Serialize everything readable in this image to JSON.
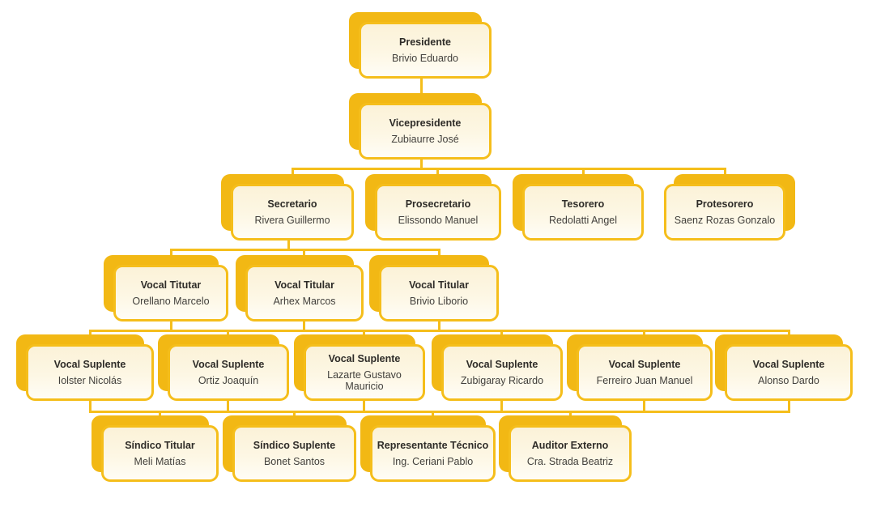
{
  "chart": {
    "type": "org-chart",
    "title": "",
    "colors": {
      "accent_gold": "#F5BE1B",
      "box_fill": "#FDF7E4",
      "title_text": "#2E2C28",
      "name_text": "#42403C"
    },
    "nodes": [
      {
        "id": "presidente",
        "title": "Presidente",
        "name": "Brivio Eduardo",
        "reports_to": null
      },
      {
        "id": "vicepresidente",
        "title": "Vicepresidente",
        "name": "Zubiaurre José",
        "reports_to": "presidente"
      },
      {
        "id": "secretario",
        "title": "Secretario",
        "name": "Rivera Guillermo",
        "reports_to": "vicepresidente"
      },
      {
        "id": "prosecretario",
        "title": "Prosecretario",
        "name": "Elissondo Manuel",
        "reports_to": "vicepresidente"
      },
      {
        "id": "tesorero",
        "title": "Tesorero",
        "name": "Redolatti Angel",
        "reports_to": "vicepresidente"
      },
      {
        "id": "protesorero",
        "title": "Protesorero",
        "name": "Saenz Rozas Gonzalo",
        "reports_to": "vicepresidente"
      },
      {
        "id": "vocal-titular-1",
        "title": "Vocal Titutar",
        "name": "Orellano Marcelo",
        "reports_to": "secretario"
      },
      {
        "id": "vocal-titular-2",
        "title": "Vocal Titular",
        "name": "Arhex Marcos",
        "reports_to": "secretario"
      },
      {
        "id": "vocal-titular-3",
        "title": "Vocal Titular",
        "name": "Brivio Liborio",
        "reports_to": "secretario"
      },
      {
        "id": "vocal-suplente-1",
        "title": "Vocal Suplente",
        "name": "Iolster Nicolás",
        "reports_to": "vocal-titular"
      },
      {
        "id": "vocal-suplente-2",
        "title": "Vocal Suplente",
        "name": "Ortiz Joaquín",
        "reports_to": "vocal-titular"
      },
      {
        "id": "vocal-suplente-3",
        "title": "Vocal Suplente",
        "name": "Lazarte Gustavo Mauricio",
        "reports_to": "vocal-titular"
      },
      {
        "id": "vocal-suplente-4",
        "title": "Vocal Suplente",
        "name": "Zubigaray Ricardo",
        "reports_to": "vocal-titular"
      },
      {
        "id": "vocal-suplente-5",
        "title": "Vocal Suplente",
        "name": "Ferreiro Juan Manuel",
        "reports_to": "vocal-titular"
      },
      {
        "id": "vocal-suplente-6",
        "title": "Vocal Suplente",
        "name": "Alonso Dardo",
        "reports_to": "vocal-titular"
      },
      {
        "id": "sindico-titular",
        "title": "Síndico Titular",
        "name": "Meli Matías",
        "reports_to": "vocal-suplente"
      },
      {
        "id": "sindico-suplente",
        "title": "Síndico Suplente",
        "name": "Bonet Santos",
        "reports_to": "vocal-suplente"
      },
      {
        "id": "representante-tecnico",
        "title": "Representante Técnico",
        "name": "Ing. Ceriani Pablo",
        "reports_to": "vocal-suplente"
      },
      {
        "id": "auditor-externo",
        "title": "Auditor Externo",
        "name": "Cra. Strada Beatriz",
        "reports_to": "vocal-suplente"
      }
    ]
  }
}
